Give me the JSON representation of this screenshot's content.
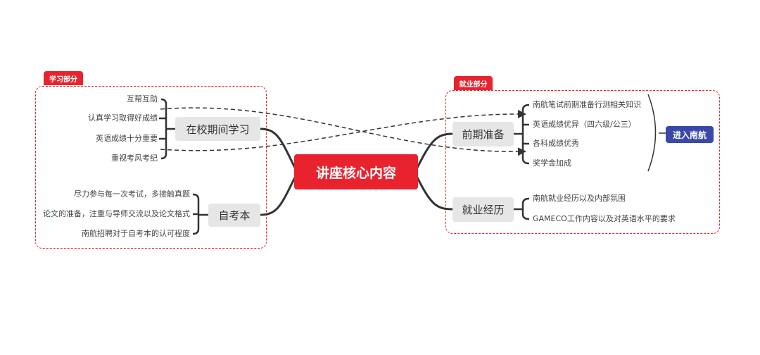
{
  "central": "讲座核心内容",
  "left_section": {
    "tag": "学习部分",
    "topics": [
      {
        "label": "在校期间学习",
        "items": [
          "互帮互助",
          "认真学习取得好成绩",
          "英语成绩十分重要",
          "重视考风考纪"
        ]
      },
      {
        "label": "自考本",
        "items": [
          "尽力参与每一次考试，多接触真题",
          "论文的准备，注重与导师交流以及论文格式",
          "南航招聘对于自考本的认可程度"
        ]
      }
    ]
  },
  "right_section": {
    "tag": "就业部分",
    "topics": [
      {
        "label": "前期准备",
        "items": [
          "南航笔试前期准备行测相关知识",
          "英语成绩优异（四六级/公三）",
          "各科成绩优秀",
          "奖学金加成"
        ]
      },
      {
        "label": "就业经历",
        "items": [
          "南航就业经历以及内部氛围",
          "GAMECO工作内容以及对英语水平的要求"
        ]
      }
    ],
    "goal": "进入南航"
  },
  "colors": {
    "accent_red": "#e8232e",
    "goal_blue": "#3a48a8",
    "topic_gray": "#e6e6e6"
  }
}
